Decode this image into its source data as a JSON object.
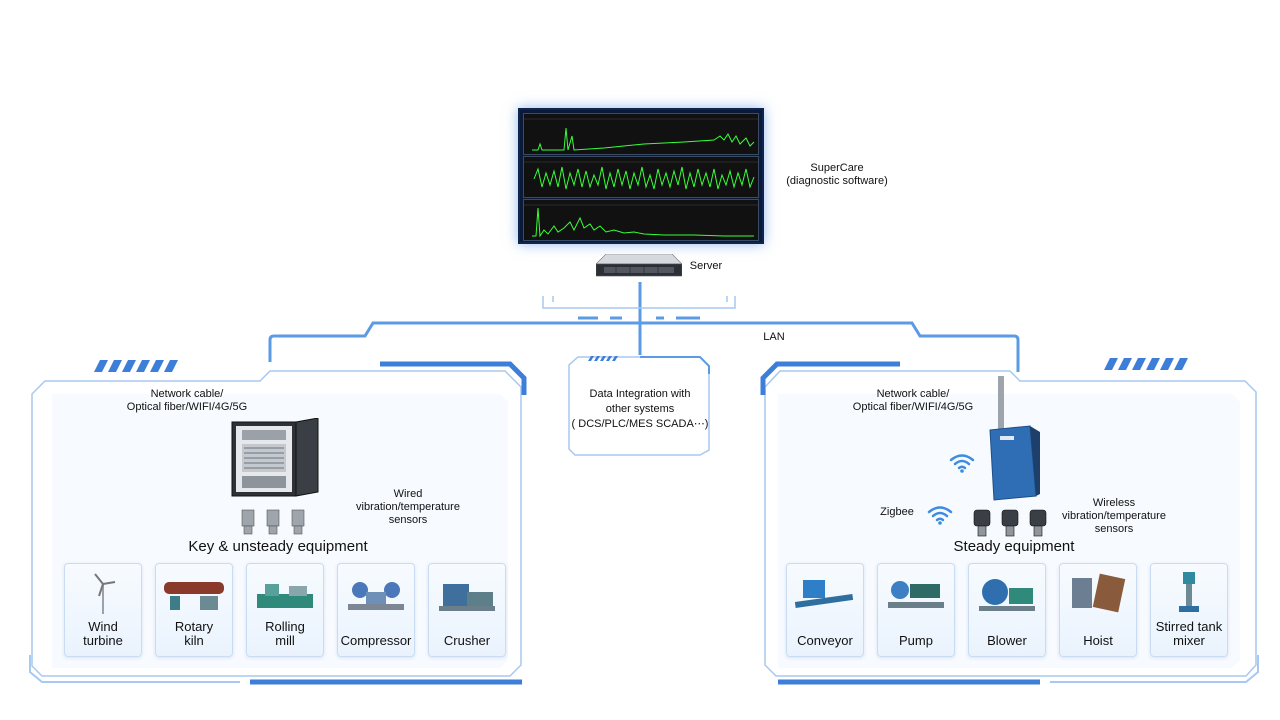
{
  "software": {
    "line1": "SuperCare",
    "line2": "(diagnostic software)"
  },
  "server_label": "Server",
  "lan_label": "LAN",
  "integration": {
    "line1": "Data Integration with",
    "line2": "other systems",
    "line3": "( DCS/PLC/MES SCADA⋯)"
  },
  "left": {
    "network_line1": "Network cable/",
    "network_line2": "Optical fiber/WIFI/4G/5G",
    "sensors_line1": "Wired",
    "sensors_line2": "vibration/temperature",
    "sensors_line3": "sensors",
    "group_title": "Key & unsteady equipment",
    "items": [
      {
        "line1": "Wind",
        "line2": "turbine"
      },
      {
        "line1": "Rotary",
        "line2": "kiln"
      },
      {
        "line1": "Rolling",
        "line2": "mill"
      },
      {
        "line1": "Compressor",
        "line2": ""
      },
      {
        "line1": "Crusher",
        "line2": ""
      }
    ]
  },
  "right": {
    "network_line1": "Network cable/",
    "network_line2": "Optical fiber/WIFI/4G/5G",
    "zigbee": "Zigbee",
    "sensors_line1": "Wireless",
    "sensors_line2": "vibration/temperature",
    "sensors_line3": "sensors",
    "group_title": "Steady equipment",
    "items": [
      {
        "line1": "Conveyor",
        "line2": ""
      },
      {
        "line1": "Pump",
        "line2": ""
      },
      {
        "line1": "Blower",
        "line2": ""
      },
      {
        "line1": "Hoist",
        "line2": ""
      },
      {
        "line1": "Stirred tank",
        "line2": "mixer"
      }
    ]
  },
  "colors": {
    "accent": "#4a8fe0",
    "line": "#5b9be6",
    "stripe": "#3d7fd8"
  }
}
